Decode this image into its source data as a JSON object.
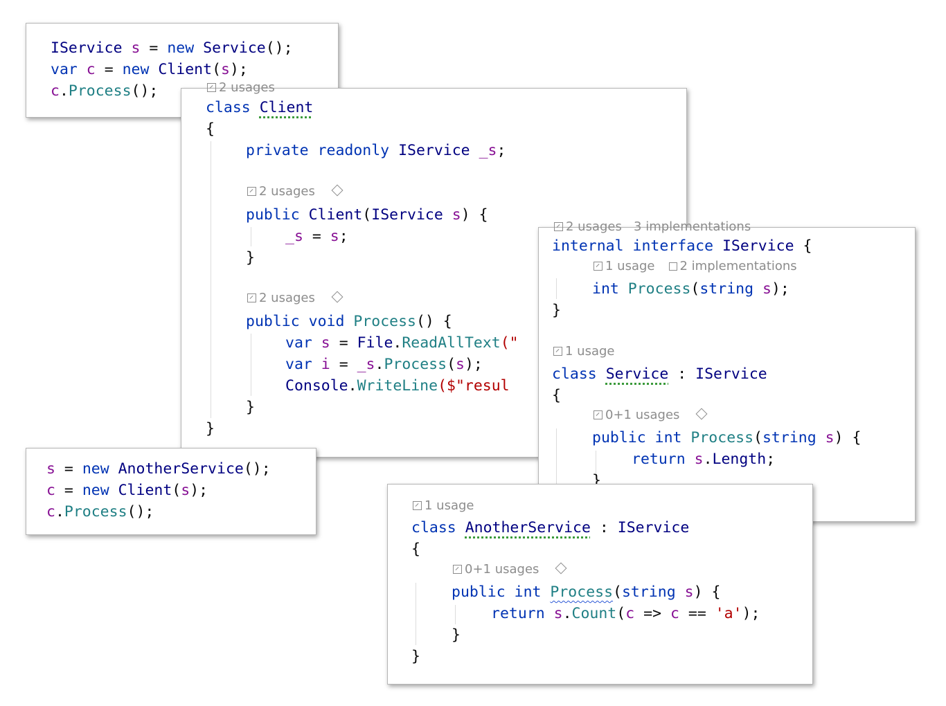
{
  "panel_top_left": {
    "lines": [
      [
        "IService",
        "s",
        "=",
        "new",
        "Service",
        "();"
      ],
      [
        "var",
        "c",
        "=",
        "new",
        "Client",
        "(",
        "s",
        ");"
      ],
      [
        "c",
        ".",
        "Process",
        "();"
      ]
    ]
  },
  "panel_client": {
    "hint_top": "2 usages",
    "class_kw": "class",
    "class_name": "Client",
    "field_line": [
      "private",
      "readonly",
      "IService",
      "_s",
      ";"
    ],
    "ctor_hint": "2 usages",
    "ctor_line": [
      "public",
      "Client",
      "(",
      "IService",
      "s",
      ") {"
    ],
    "ctor_body": [
      "_s",
      "=",
      "s",
      ";"
    ],
    "process_hint": "2 usages",
    "process_line": [
      "public",
      "void",
      "Process",
      "() {"
    ],
    "body1": [
      "var",
      "s",
      "=",
      "File",
      ".",
      "ReadAllText",
      "(\""
    ],
    "body2": [
      "var",
      "i",
      "=",
      "_s",
      ".",
      "Process",
      "(",
      "s",
      ");"
    ],
    "body3": [
      "Console",
      ".",
      "WriteLine",
      "($\"resul"
    ]
  },
  "panel_interface": {
    "hint_top": "2 usages   3 implementations",
    "decl": [
      "internal",
      "interface",
      "IService",
      "{"
    ],
    "method_hint_usages": "1 usage",
    "method_hint_impl": "2 implementations",
    "method_line": [
      "int",
      "Process",
      "(",
      "string",
      "s",
      ");"
    ],
    "class_hint": "1 usage",
    "class_line": [
      "class",
      "Service",
      ":",
      "IService"
    ],
    "impl_hint": "0+1 usages",
    "impl_line": [
      "public",
      "int",
      "Process",
      "(",
      "string",
      "s",
      ") {"
    ],
    "impl_body": [
      "return",
      "s",
      ".",
      "Length",
      ";"
    ]
  },
  "panel_bottom_left": {
    "lines": [
      [
        "s",
        "=",
        "new",
        "AnotherService",
        "();"
      ],
      [
        "c",
        "=",
        "new",
        "Client",
        "(",
        "s",
        ");"
      ],
      [
        "c",
        ".",
        "Process",
        "();"
      ]
    ]
  },
  "panel_another": {
    "class_hint": "1 usage",
    "class_line": [
      "class",
      "AnotherService",
      ":",
      "IService"
    ],
    "method_hint": "0+1 usages",
    "method_line": [
      "public",
      "int",
      "Process",
      "(",
      "string",
      "s",
      ") {"
    ],
    "body": [
      "return",
      "s",
      ".",
      "Count",
      "(",
      "c",
      "=>",
      "c",
      "==",
      "'a'",
      ");"
    ]
  },
  "braces": {
    "open": "{",
    "close": "}"
  },
  "colors": {
    "keyword": "#0033b3",
    "type": "#000080",
    "method": "#1f7f84",
    "param": "#871094",
    "string": "#b20000",
    "hint": "#8c8c8c"
  }
}
